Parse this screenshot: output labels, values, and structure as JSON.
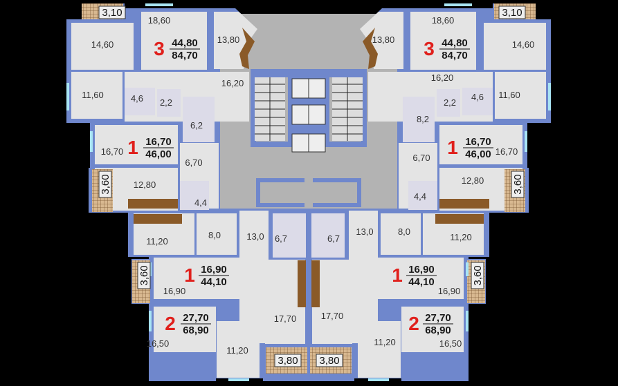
{
  "plan": {
    "colors": {
      "background": "#000000",
      "wall": "#6f87cc",
      "room": "#e4e4e4",
      "core": "#b3b3b3",
      "bath": "#dcdbe8",
      "kitchen": "#8a5a28",
      "window": "#a8e4f4",
      "balcony": "#c8a070"
    },
    "apartments": [
      {
        "rooms": "3",
        "living": "44,80",
        "total": "84,70"
      },
      {
        "rooms": "3",
        "living": "44,80",
        "total": "84,70"
      },
      {
        "rooms": "1",
        "living": "16,70",
        "total": "46,00"
      },
      {
        "rooms": "1",
        "living": "16,70",
        "total": "46,00"
      },
      {
        "rooms": "1",
        "living": "16,90",
        "total": "44,10"
      },
      {
        "rooms": "1",
        "living": "16,90",
        "total": "44,10"
      },
      {
        "rooms": "2",
        "living": "27,70",
        "total": "68,90"
      },
      {
        "rooms": "2",
        "living": "27,70",
        "total": "68,90"
      }
    ],
    "room_labels": [
      "18,60",
      "14,60",
      "13,80",
      "11,60",
      "16,20",
      "4,6",
      "2,2",
      "6,2",
      "16,70",
      "6,70",
      "12,80",
      "4,4",
      "11,20",
      "8,0",
      "13,0",
      "6,7",
      "16,90",
      "16,50",
      "11,20",
      "17,70",
      "18,60",
      "14,60",
      "13,80",
      "11,60",
      "16,20",
      "4,6",
      "2,2",
      "8,2",
      "16,70",
      "6,70",
      "12,80",
      "4,4",
      "11,20",
      "8,0",
      "13,0",
      "6,7",
      "16,90",
      "16,50",
      "11,20",
      "17,70"
    ],
    "balconies": [
      "3,10",
      "3,60",
      "3,60",
      "3,80",
      "3,10",
      "3,60",
      "3,60",
      "3,80"
    ]
  }
}
